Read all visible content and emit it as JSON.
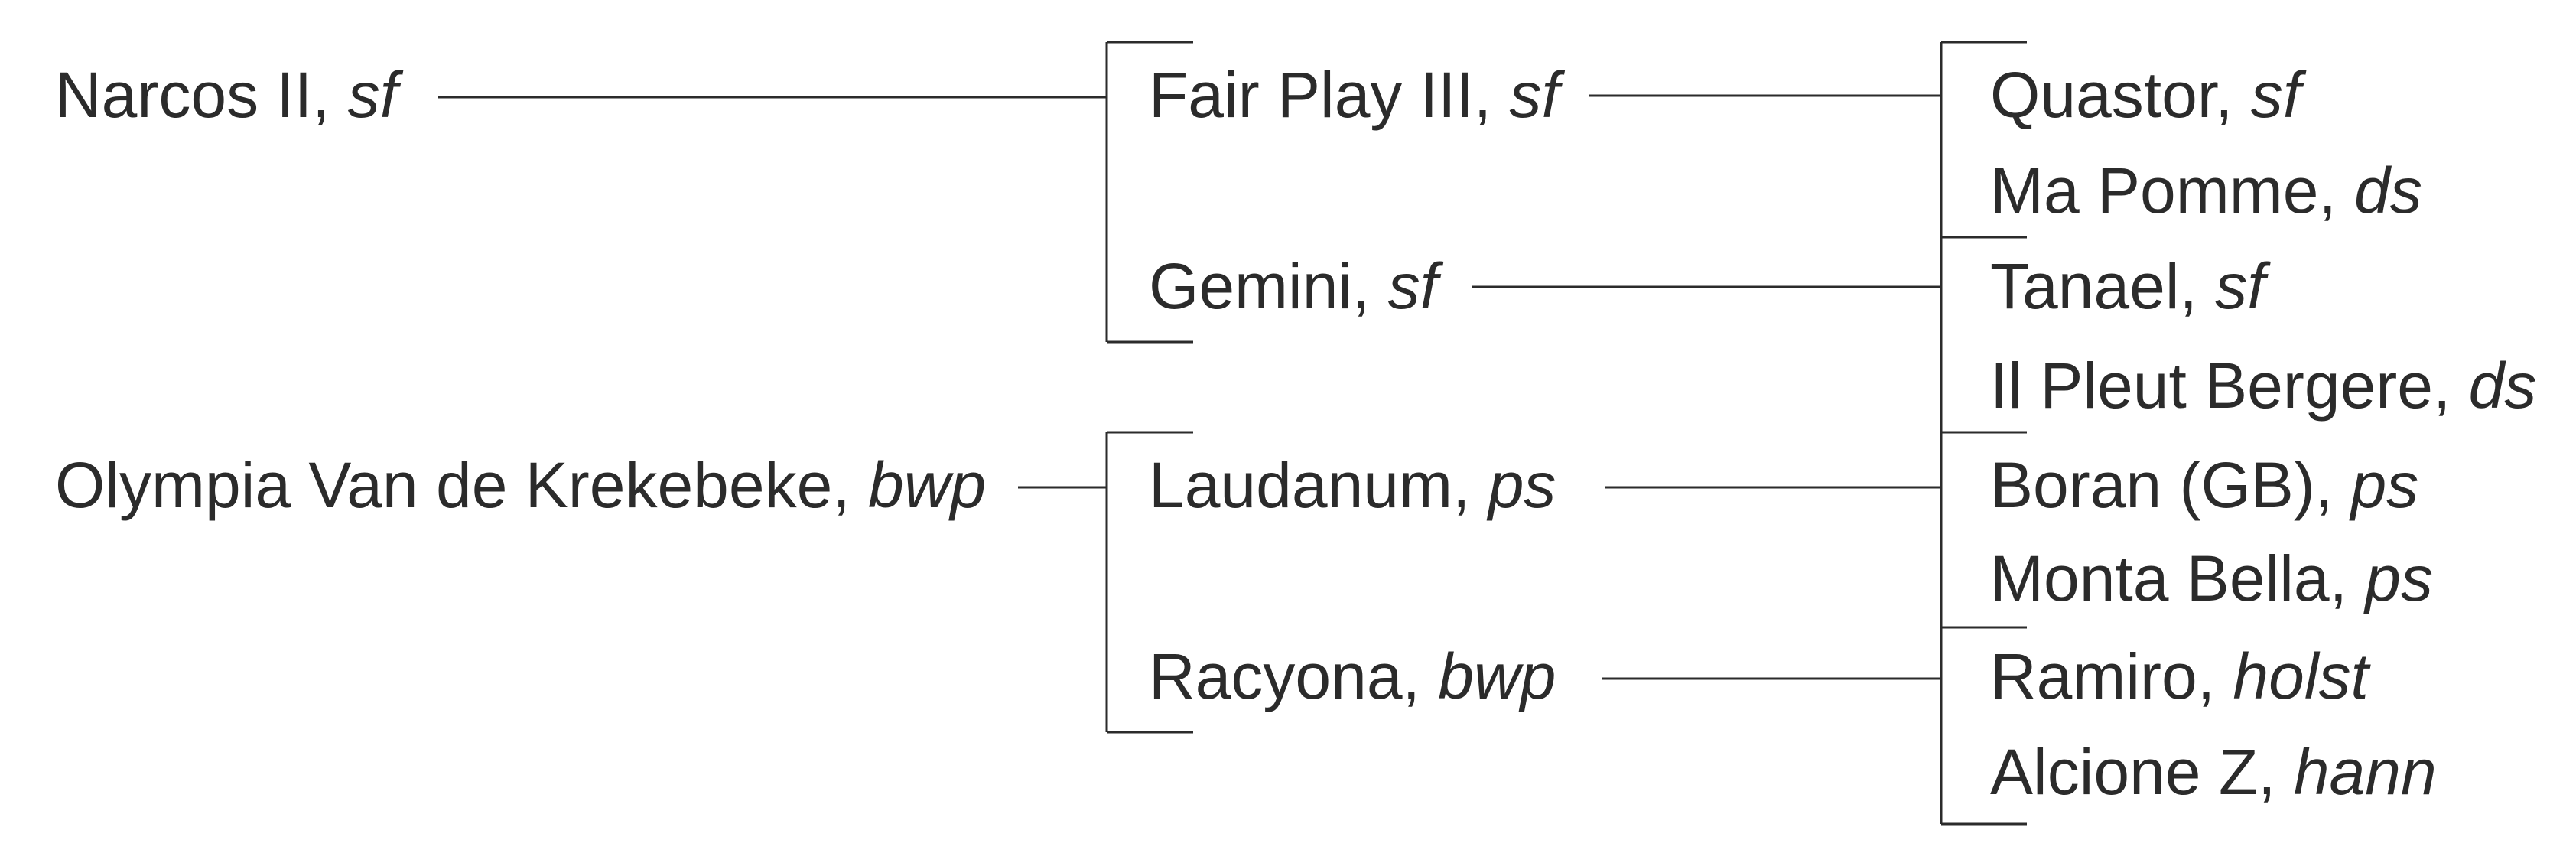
{
  "pedigree": {
    "generation1": [
      {
        "name": "Narcos II",
        "breed": "sf"
      },
      {
        "name": "Olympia Van de Krekebeke",
        "breed": "bwp"
      }
    ],
    "generation2": [
      {
        "name": "Fair Play III",
        "breed": "sf"
      },
      {
        "name": "Gemini",
        "breed": "sf"
      },
      {
        "name": "Laudanum",
        "breed": "ps"
      },
      {
        "name": "Racyona",
        "breed": "bwp"
      }
    ],
    "generation3": [
      {
        "name": "Quastor",
        "breed": "sf"
      },
      {
        "name": "Ma Pomme",
        "breed": "ds"
      },
      {
        "name": "Tanael",
        "breed": "sf"
      },
      {
        "name": "Il Pleut Bergere",
        "breed": "ds"
      },
      {
        "name": "Boran (GB)",
        "breed": "ps"
      },
      {
        "name": "Monta Bella",
        "breed": "ps"
      },
      {
        "name": "Ramiro",
        "breed": "holst"
      },
      {
        "name": "Alcione Z",
        "breed": "hann"
      }
    ],
    "separator": ", "
  },
  "colors": {
    "text": "#2b2b2b",
    "line": "#2b2b2b",
    "background": "#ffffff"
  }
}
